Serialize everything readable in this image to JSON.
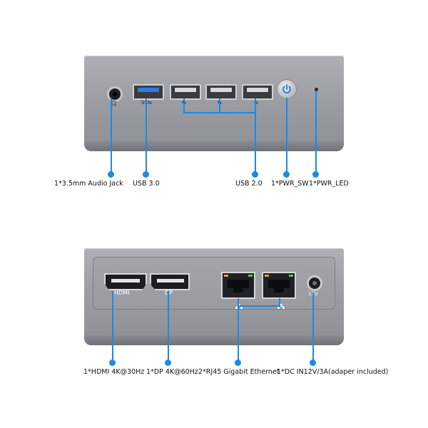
{
  "front_panel": {
    "port_labels": {
      "audio_symbol": "🎧",
      "usb3_symbol": "SS⇆",
      "usb2_symbol": "⇆"
    },
    "callouts": {
      "audio": "1*3.5mm Audio Jack",
      "usb3": "USB 3.0",
      "usb2": "USB 2.0",
      "power_switch": "1*PWR_SW",
      "power_led": "1*PWR_LED"
    }
  },
  "rear_panel": {
    "port_labels": {
      "hdmi": "HDMI",
      "dp": "DP",
      "dc": "12V"
    },
    "callouts": {
      "hdmi": "1*HDMI 4K@30Hz",
      "dp": "1*DP 4K@60Hz",
      "ethernet": "2*RJ45 Gigabit Ethernet",
      "dc_in": "1*DC IN12V/3A(adaper included)"
    }
  },
  "colors": {
    "callout_line": "#1e88e5",
    "usb3_blue": "#2b7de0",
    "chassis": "#9c9ea4"
  }
}
